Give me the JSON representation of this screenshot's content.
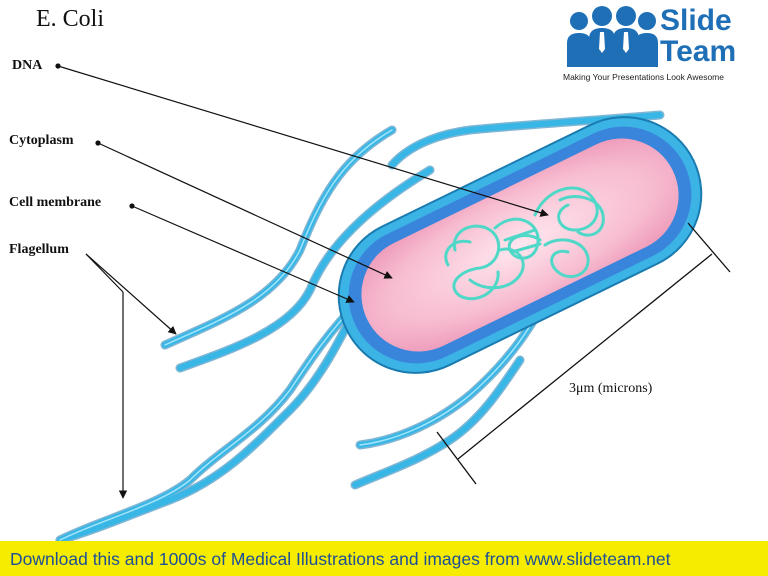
{
  "title": "E. Coli",
  "labels": {
    "dna": "DNA",
    "cytoplasm": "Cytoplasm",
    "cell_membrane": "Cell membrane",
    "flagellum": "Flagellum",
    "size": "3μm (microns)"
  },
  "logo": {
    "word1": "Slide",
    "word2": "Team",
    "tagline": "Making Your Presentations Look Awesome"
  },
  "footer": {
    "text": "Download this and 1000s of Medical Illustrations and images from www.slideteam.net"
  },
  "colors": {
    "flagellum": "#35b4e4",
    "membrane": "#2f7fd9",
    "cytoplasm": "#f7b9ce",
    "dna": "#5fe1d0",
    "footer_bg": "#f6ec00",
    "footer_text": "#1d4f97",
    "logo_blue": "#1f6fb7"
  }
}
